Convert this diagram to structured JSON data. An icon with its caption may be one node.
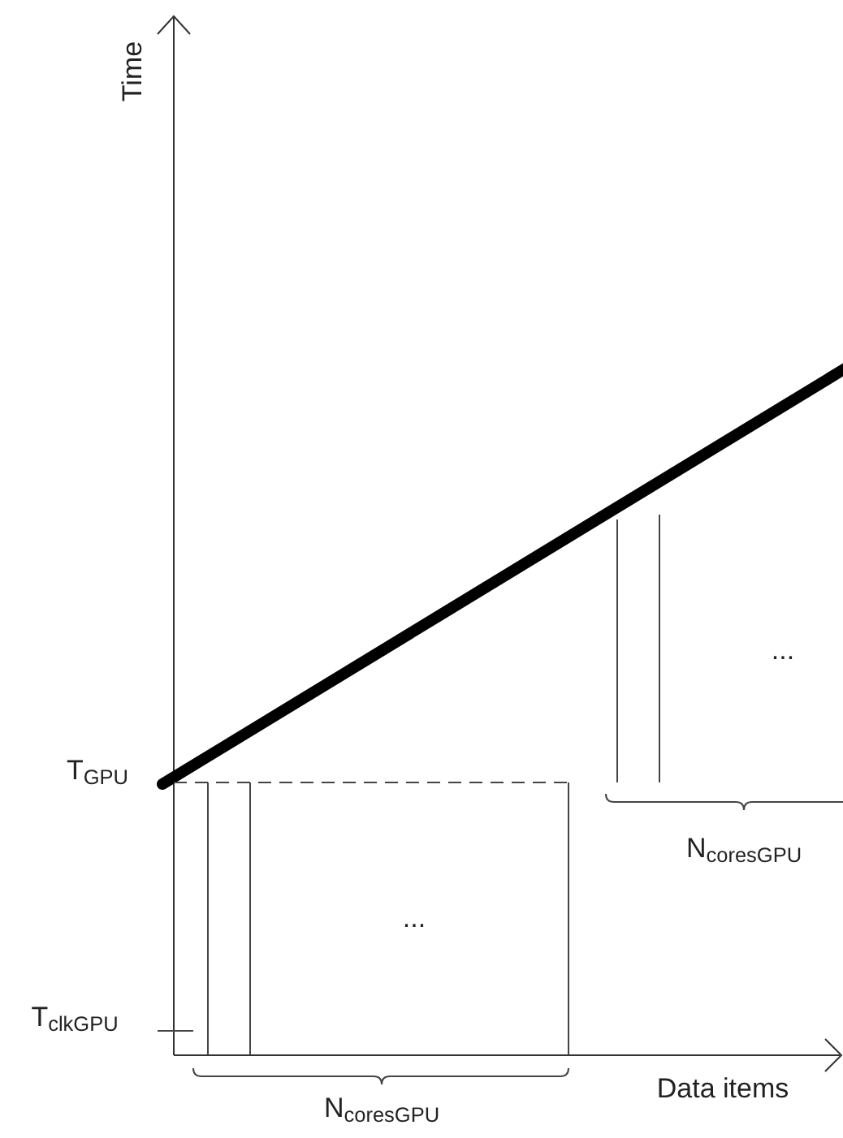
{
  "diagram": {
    "labels": [
      "Time",
      "...",
      "T$_{GPU}$",
      "N$_{coresGPU}$",
      "...",
      "T$_{clkGPU}$",
      "Data items",
      "N$_{coresGPU}$"
    ]
  }
}
